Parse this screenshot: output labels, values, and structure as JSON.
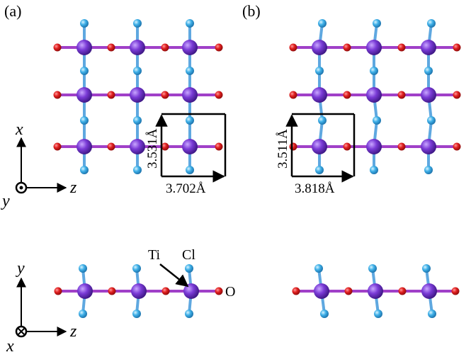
{
  "panels": [
    {
      "label": "(a)",
      "cell_a_label": "3.702Å",
      "cell_b_label": "3.531Å"
    },
    {
      "label": "(b)",
      "cell_a_label": "3.818Å",
      "cell_b_label": "3.511Å"
    }
  ],
  "axes_top": {
    "vertical": "x",
    "horizontal": "z",
    "out_of_plane": "y"
  },
  "axes_bottom": {
    "vertical": "y",
    "horizontal": "z",
    "out_of_plane": "x"
  },
  "atom_labels": {
    "ti": "Ti",
    "cl": "Cl",
    "o": "O"
  },
  "colors": {
    "ti": "#7a3bd6",
    "cl": "#3fb0e8",
    "o": "#e01f1f",
    "ti_cl_bond": "#5fa8e0",
    "ti_o_bond": "#a040c8"
  }
}
